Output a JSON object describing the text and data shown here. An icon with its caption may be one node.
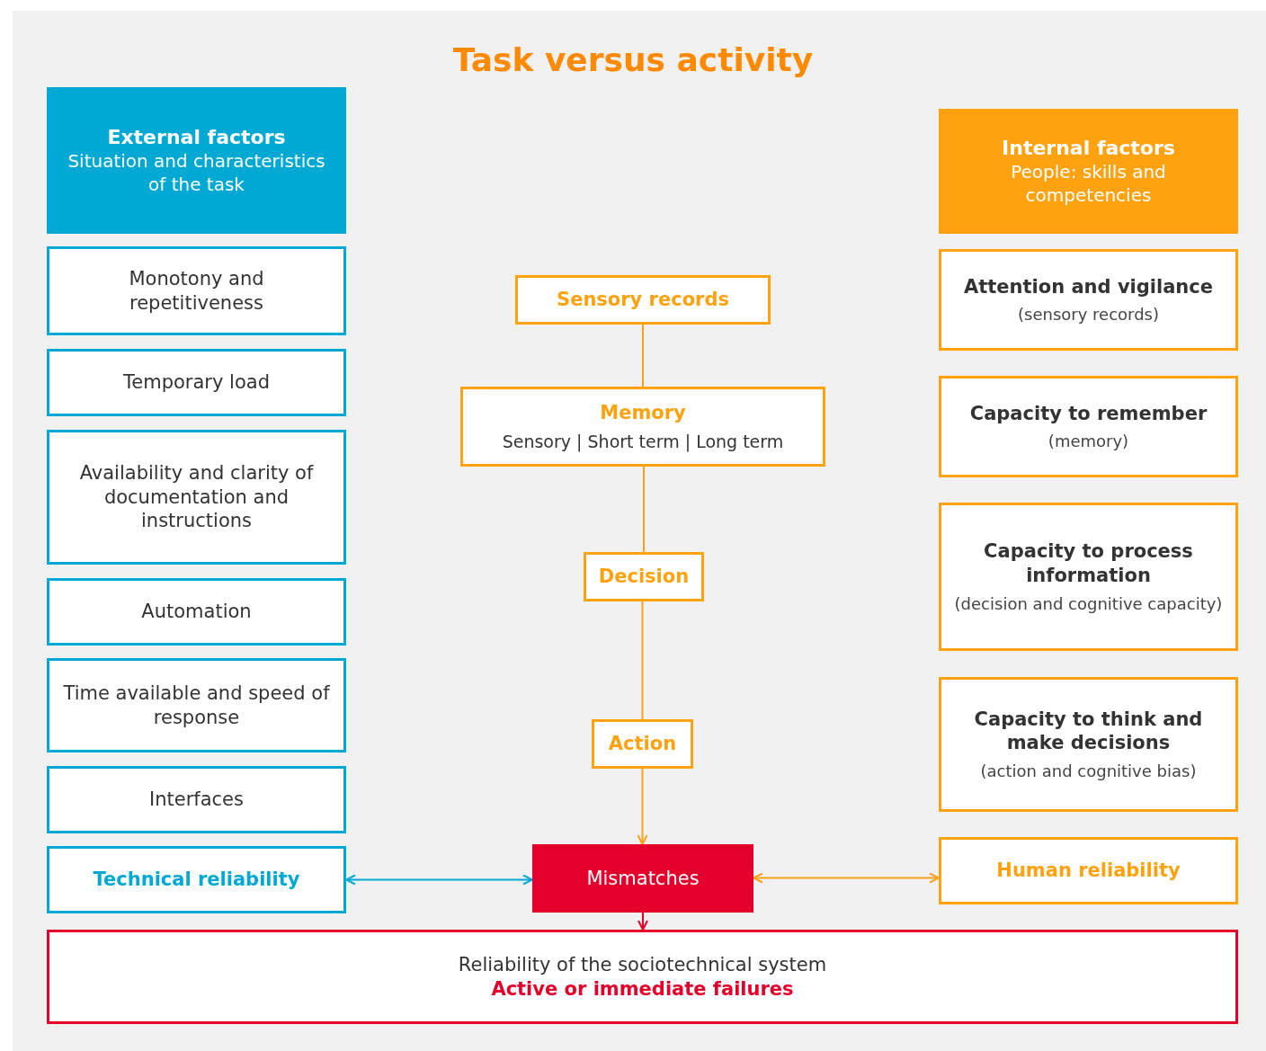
{
  "diagram": {
    "title": "Task versus activity",
    "nodes": [
      {
        "text": [
          "External factors",
          "Situation and characteristics of the task"
        ]
      },
      {
        "text": [
          "Monotony and repetitiveness"
        ]
      },
      {
        "text": [
          "Temporary load"
        ]
      },
      {
        "text": [
          "Availability and clarity of documentation and instructions"
        ]
      },
      {
        "text": [
          "Automation"
        ]
      },
      {
        "text": [
          "Time available and speed of response"
        ]
      },
      {
        "text": [
          "Interfaces"
        ]
      },
      {
        "text": [
          "Technical reliability"
        ]
      },
      {
        "text": [
          "Sensory records"
        ]
      },
      {
        "text": [
          "Memory",
          "Sensory | Short term | Long term"
        ]
      },
      {
        "text": [
          "Decision"
        ]
      },
      {
        "text": [
          "Action"
        ]
      },
      {
        "text": [
          "Mismatches"
        ]
      },
      {
        "text": [
          "Internal factors",
          "People: skills and competencies"
        ]
      },
      {
        "text": [
          "Attention and vigilance",
          "(sensory records)"
        ]
      },
      {
        "text": [
          "Capacity to remember",
          "(memory)"
        ]
      },
      {
        "text": [
          "Capacity to process information",
          "(decision and cognitive capacity)"
        ]
      },
      {
        "text": [
          "Capacity to think and make decisions",
          "(action and cognitive bias)"
        ]
      },
      {
        "text": [
          "Human reliability"
        ]
      },
      {
        "text": [
          "Reliability of the sociotechnical system",
          "Active or immediate failures"
        ]
      }
    ],
    "edges": [
      {
        "from": 8,
        "to": 9,
        "arrow": "none"
      },
      {
        "from": 9,
        "to": 10,
        "arrow": "none"
      },
      {
        "from": 10,
        "to": 11,
        "arrow": "none"
      },
      {
        "from": 11,
        "to": 12,
        "arrow": "to"
      },
      {
        "from": 7,
        "to": 12,
        "arrow": "both",
        "color": "#00a9d4"
      },
      {
        "from": 12,
        "to": 18,
        "arrow": "both"
      },
      {
        "from": 12,
        "to": 19,
        "arrow": "to",
        "color": "#e4002b"
      }
    ]
  }
}
